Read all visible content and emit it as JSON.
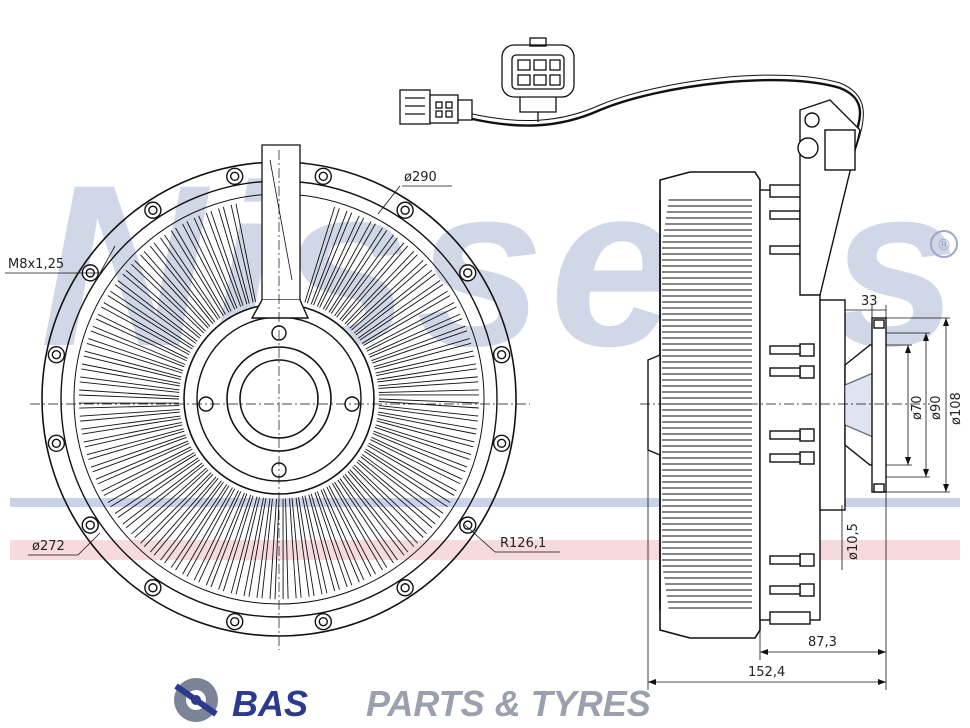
{
  "watermark": {
    "text": "Nissens",
    "registered_symbol": "®",
    "color": "#2e4f95"
  },
  "dimensions": {
    "outer_diameter": "ø290",
    "thread": "M8x1,25",
    "bolt_circle": "ø272",
    "radius": "R126,1",
    "hub_width": "33",
    "d_small": "ø70",
    "d_mid": "ø90",
    "d_large": "ø108",
    "bolt_hole": "ø10,5",
    "depth_inner": "87,3",
    "depth_total": "152,4"
  },
  "footer": {
    "brand_bold": "BAS",
    "brand_rest": "PARTS & TYRES",
    "brand_color": "#2b3a8c",
    "logo_icon": "gear-badge-icon"
  }
}
